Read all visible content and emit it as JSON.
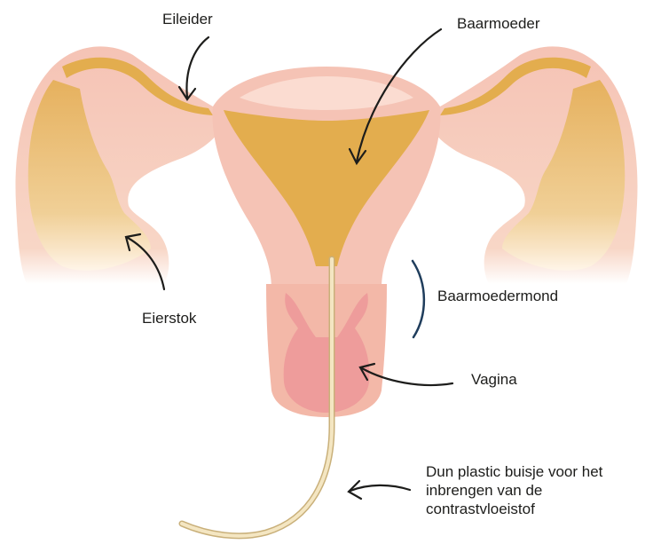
{
  "labels": {
    "eileider": "Eileider",
    "baarmoeder": "Baarmoeder",
    "eierstok": "Eierstok",
    "baarmoedermond": "Baarmoedermond",
    "vagina": "Vagina",
    "buisje": "Dun plastic buisje voor het inbrengen van de contrastvloeistof"
  },
  "colors": {
    "tissue": "#f5c3b5",
    "tissue_light": "#fbdcd1",
    "cavity": "#e3ad4e",
    "vagina": "#ee9c9b",
    "tube": "#f1e0b6",
    "arrow": "#1d1d1b",
    "bracket": "#1f3d5c"
  }
}
